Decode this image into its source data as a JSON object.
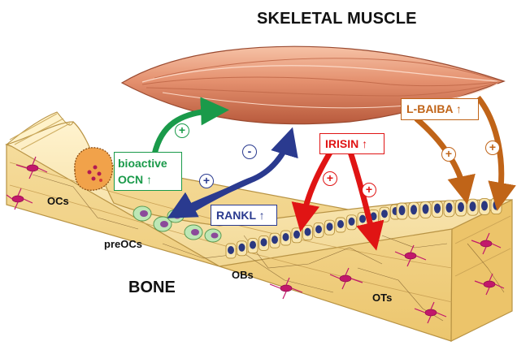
{
  "title": "SKELETAL MUSCLE",
  "bone_label": "BONE",
  "cells": {
    "ocs": "OCs",
    "preocs": "preOCs",
    "obs": "OBs",
    "ots": "OTs"
  },
  "factors": {
    "ocn": {
      "line1": "bioactive",
      "line2": "OCN ↑",
      "color": "#1a9a4a"
    },
    "rankl": {
      "label": "RANKL ↑",
      "color": "#2a3a8f"
    },
    "irisin": {
      "label": "IRISIN ↑",
      "color": "#e01414"
    },
    "baiba": {
      "label": "L-BAIBA ↑",
      "color": "#c06418"
    }
  },
  "signs": {
    "ocn": "+",
    "rankl_minus": "-",
    "rankl_plus": "+",
    "irisin_1": "+",
    "irisin_2": "+",
    "baiba_1": "+",
    "baiba_2": "+"
  },
  "icons": [
    "muscle",
    "bone-block",
    "osteoclast",
    "pre-osteoclasts",
    "osteoblasts",
    "osteocytes"
  ]
}
